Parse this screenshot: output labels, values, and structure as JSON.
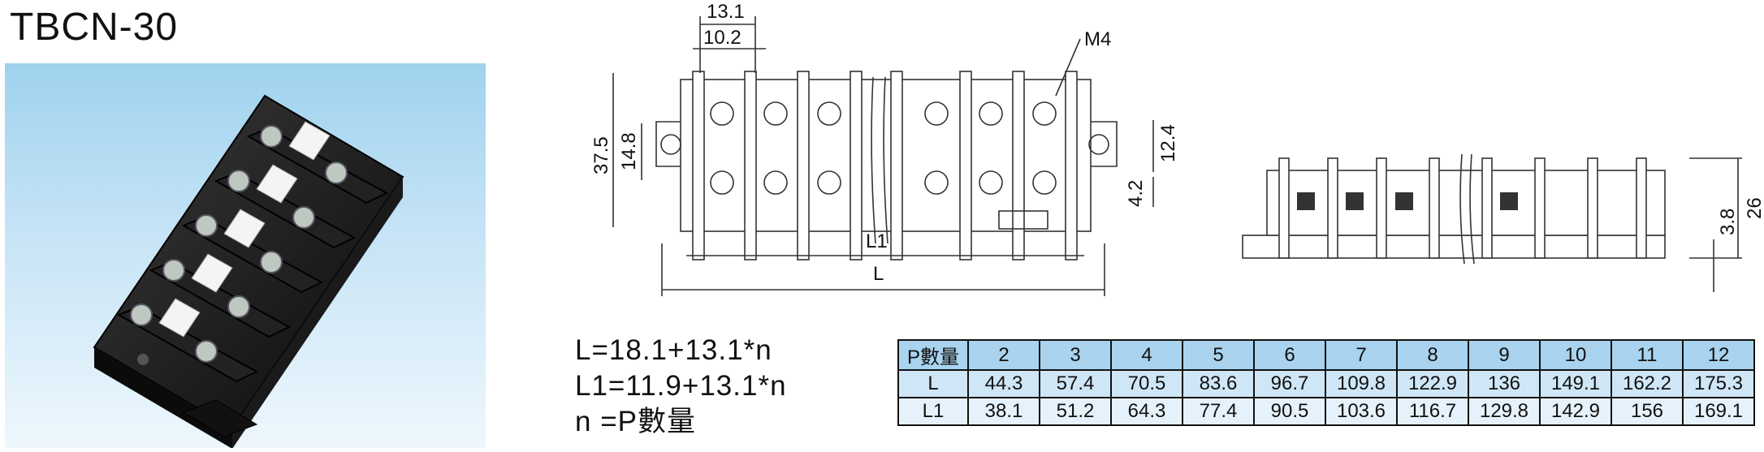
{
  "title": "TBCN-30",
  "drawing_labels": {
    "dim_pitch": "13.1",
    "dim_width": "10.2",
    "dim_screw": "M4",
    "dim_height": "37.5",
    "dim_mount_spacing": "14.8",
    "dim_right_spacing": "12.4",
    "dim_hole": "4.2",
    "dim_L1": "L1",
    "dim_L": "L",
    "dim_base": "3.8",
    "dim_total_height": "26"
  },
  "formulas": [
    "L=18.1+13.1*n",
    "L1=11.9+13.1*n",
    "n =P數量"
  ],
  "table": {
    "header": [
      "P數量",
      "2",
      "3",
      "4",
      "5",
      "6",
      "7",
      "8",
      "9",
      "10",
      "11",
      "12"
    ],
    "rows": [
      [
        "L",
        "44.3",
        "57.4",
        "70.5",
        "83.6",
        "96.7",
        "109.8",
        "122.9",
        "136",
        "149.1",
        "162.2",
        "175.3"
      ],
      [
        "L1",
        "38.1",
        "51.2",
        "64.3",
        "77.4",
        "90.5",
        "103.6",
        "116.7",
        "129.8",
        "142.9",
        "156",
        "169.1"
      ]
    ]
  },
  "colors": {
    "photo_bg_top": "#9fd2ee",
    "table_header": "#a9d3ee"
  }
}
